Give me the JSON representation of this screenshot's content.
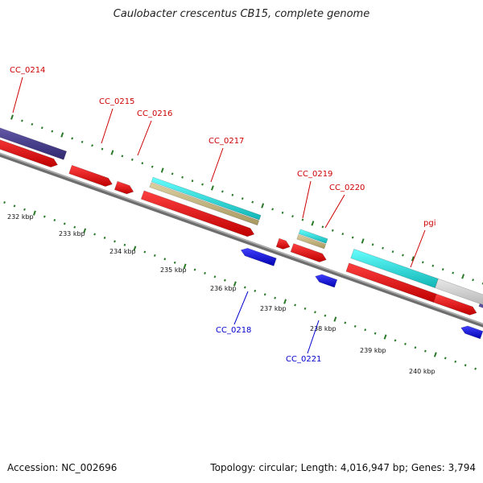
{
  "title": "Caulobacter crescentus CB15, complete genome",
  "footer": {
    "accession": "Accession: NC_002696",
    "stats": "Topology: circular; Length: 4,016,947 bp; Genes: 3,794"
  },
  "colors": {
    "forward_cds": "#ff0000",
    "reverse_cds": "#0000ff",
    "gene_label_forward": "#cc0000",
    "gene_label_reverse": "#0000cc",
    "backbone": "#808080",
    "tick": "#2e7d2e",
    "cyan_feature": "#22dddd",
    "tan_feature": "#c8b882",
    "dark_feature": "#4a4090",
    "grey_feature": "#c8c8c8"
  },
  "scale_labels": [
    "232 kbp",
    "233 kbp",
    "234 kbp",
    "235 kbp",
    "236 kbp",
    "237 kbp",
    "238 kbp",
    "239 kbp",
    "240 kbp"
  ],
  "gene_labels": [
    {
      "text": "CC_0214",
      "strand": "forward"
    },
    {
      "text": "CC_0215",
      "strand": "forward"
    },
    {
      "text": "CC_0216",
      "strand": "forward"
    },
    {
      "text": "CC_0217",
      "strand": "forward"
    },
    {
      "text": "CC_0219",
      "strand": "forward"
    },
    {
      "text": "CC_0220",
      "strand": "forward"
    },
    {
      "text": "pgi",
      "strand": "forward"
    },
    {
      "text": "CC_0218",
      "strand": "reverse"
    },
    {
      "text": "CC_0221",
      "strand": "reverse"
    }
  ]
}
